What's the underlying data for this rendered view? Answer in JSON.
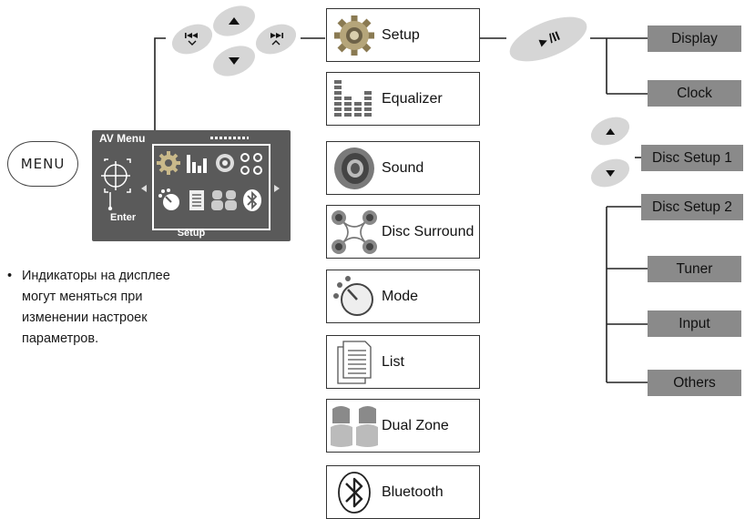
{
  "menu_button": {
    "label": "MENU"
  },
  "av_screen": {
    "title": "AV Menu",
    "enter_label": "Enter",
    "caption": "Setup"
  },
  "nav_buttons": {
    "prev": "prev-track-icon",
    "up": "up-arrow-icon",
    "down": "down-arrow-icon",
    "next": "next-track-icon",
    "play_pause": {
      "label": "►/II"
    }
  },
  "note": {
    "bullet": "•",
    "text": "Индикаторы на дисплее\nмогут меняться при\nизменении настроек\nпараметров."
  },
  "menu_items": [
    {
      "label": "Setup",
      "icon": "gear-icon"
    },
    {
      "label": "Equalizer",
      "icon": "equalizer-bars-icon"
    },
    {
      "label": "Sound",
      "icon": "speaker-icon"
    },
    {
      "label": "Disc Surround",
      "icon": "surround-speakers-icon"
    },
    {
      "label": "Mode",
      "icon": "mode-dial-icon"
    },
    {
      "label": "List",
      "icon": "list-document-icon"
    },
    {
      "label": "Dual Zone",
      "icon": "dual-zone-seats-icon"
    },
    {
      "label": "Bluetooth",
      "icon": "bluetooth-icon"
    }
  ],
  "setup_items": [
    "Display",
    "Clock",
    "Disc Setup 1",
    "Disc Setup 2",
    "Tuner",
    "Input",
    "Others"
  ],
  "colors": {
    "box_grey": "#8a8a8a",
    "oval_grey": "#d6d6d6",
    "screen_grey": "#5a5a5a"
  }
}
